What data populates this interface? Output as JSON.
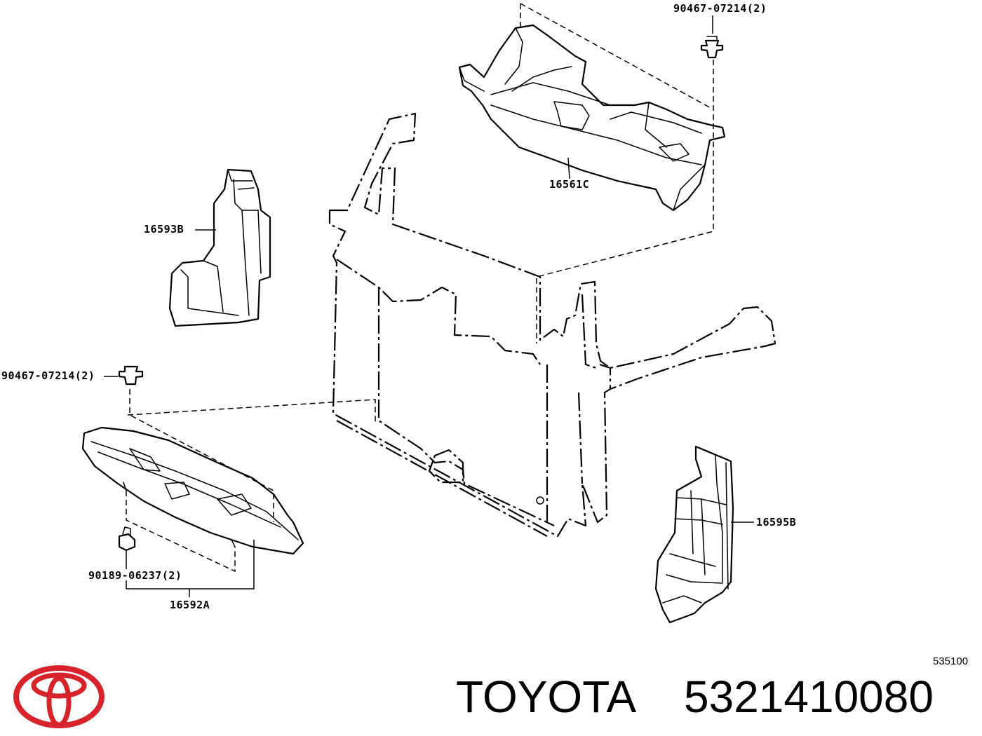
{
  "callouts": {
    "clip_top_right": "90467-07214(2)",
    "part_16561c": "16561C",
    "part_16593b": "16593B",
    "clip_left": "90467-07214(2)",
    "clip_bottom": "90189-06237(2)",
    "part_16592a": "16592A",
    "part_16595b": "16595B"
  },
  "diagram_code": "535100",
  "footer": {
    "brand": "TOYOTA",
    "part_number": "5321410080"
  },
  "brand_logo": {
    "name": "toyota-logo-icon",
    "color": "#d8232a"
  }
}
